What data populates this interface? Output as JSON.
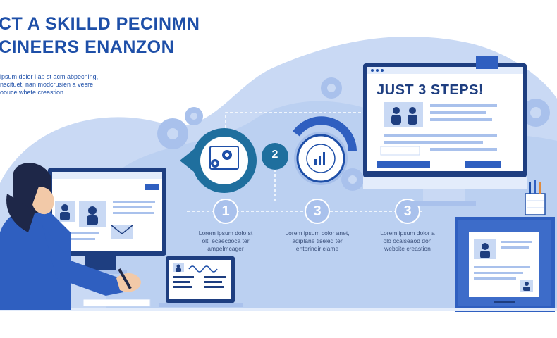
{
  "headline": {
    "line1": "CT A SKILLD PECINMN",
    "line2": "CINEERS ENANZON"
  },
  "intro": {
    "lines": [
      "ipsum dolor i ap st acm abpecning,",
      "nscituet,  nan modcrusien a vesre",
      "oouce wbete creastion."
    ]
  },
  "monitor": {
    "title": "JUST 3 STEPS!"
  },
  "steps": [
    {
      "number": "1",
      "lines": [
        "Lorem ipsum dolo st",
        "olt, ecaecboca ter",
        "ampelmcager"
      ]
    },
    {
      "number": "3",
      "lines": [
        "Lorem ipsum color anet,",
        "adiplane tiseled ter",
        "entorindir clame"
      ]
    },
    {
      "number": "3",
      "lines": [
        "Lorem ipsum dolor a",
        "olo ocalseaod don",
        "website creastion"
      ]
    }
  ],
  "center_badge": {
    "number": "2"
  },
  "colors": {
    "primary": "#1e4fa8",
    "blob": "#c9d9f4",
    "blob_dark": "#a9c1ec",
    "accent": "#3d6cc9",
    "teal": "#1f6f9e"
  },
  "icons": [
    "gear-icon",
    "chart-icon",
    "envelope-icon",
    "user-icon",
    "pen-icon",
    "pencil-cup-icon"
  ]
}
